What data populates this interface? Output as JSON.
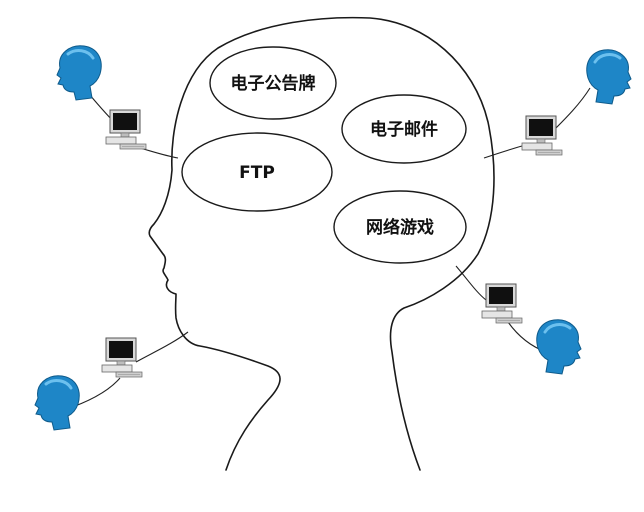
{
  "bubbles": [
    {
      "id": "bbs",
      "label": "电子公告牌"
    },
    {
      "id": "email",
      "label": "电子邮件"
    },
    {
      "id": "ftp",
      "label": "FTP"
    },
    {
      "id": "games",
      "label": "网络游戏"
    }
  ],
  "colors": {
    "user_head": "#1e86c7",
    "user_head_light": "#6cc0ee",
    "monitor_screen": "#101010",
    "computer_case": "#d9d9d9",
    "outline": "#1a1a1a"
  },
  "icons": [
    "user-head-icon",
    "computer-icon"
  ]
}
